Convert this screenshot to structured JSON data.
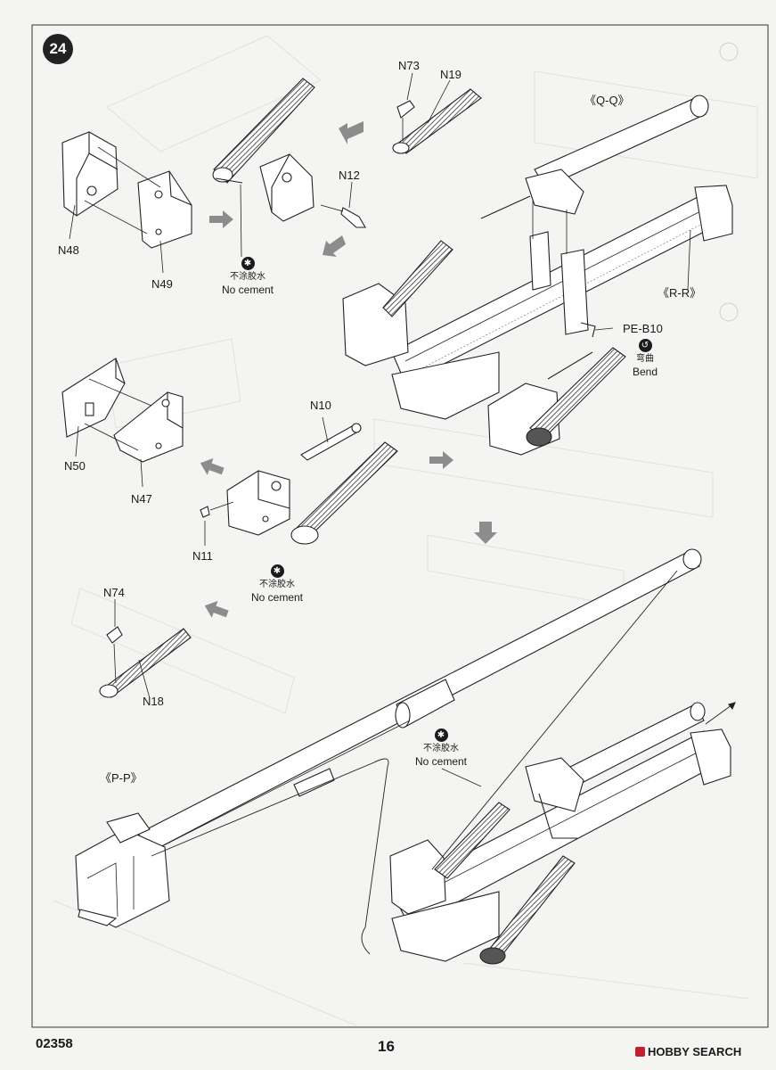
{
  "step": {
    "number": "24"
  },
  "parts": {
    "n73": "N73",
    "n19": "N19",
    "n12": "N12",
    "n48": "N48",
    "n49": "N49",
    "n10": "N10",
    "n50": "N50",
    "n47": "N47",
    "n11": "N11",
    "n74": "N74",
    "n18": "N18",
    "pe_b10": "PE-B10"
  },
  "views": {
    "qq": "《Q-Q》",
    "rr": "《R-R》",
    "pp": "《P-P》"
  },
  "notes": {
    "no_cement_cn": "不涂胶水",
    "no_cement_en": "No cement",
    "bend_cn": "弯曲",
    "bend_en": "Bend"
  },
  "footer": {
    "kit_code": "02358",
    "page_number": "16",
    "watermark": "HOBBY SEARCH"
  },
  "colors": {
    "paper": "#f4f4f2",
    "ink": "#1a1a1a",
    "tread": "#555555",
    "arrow": "#888888",
    "watermark_mark": "#c41f2c"
  }
}
